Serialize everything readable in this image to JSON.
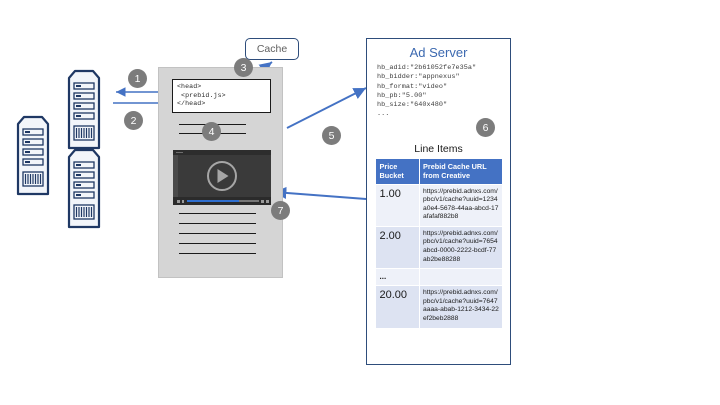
{
  "diagram": {
    "title_hidden": "Prebid video cache flow",
    "servers": [
      {
        "name": "server-left"
      },
      {
        "name": "server-top"
      },
      {
        "name": "server-bottom"
      }
    ],
    "page_mockup": {
      "code_snippet": "<head>\n <prebid.js>\n</head>",
      "video_player": {
        "play_icon": "play-icon"
      }
    },
    "cache_callout": {
      "label": "Cache"
    },
    "ad_server": {
      "title": "Ad Server",
      "hb_params": "hb_adid:\"2b61052fe7e35a\"\nhb_bidder:\"appnexus\"\nhb_format:\"video\"\nhb_pb:\"5.00\"\nhb_size:\"640x480\"\n...",
      "line_items_label": "Line Items",
      "table": {
        "headers": [
          "Price Bucket",
          "Prebid Cache URL from Creative"
        ],
        "rows": [
          {
            "price": "1.00",
            "url": "https://prebid.adnxs.com/pbc/v1/cache?uuid=1234a0e4-5678-44aa-abcd-17afafaf882b8"
          },
          {
            "price": "2.00",
            "url": "https://prebid.adnxs.com/pbc/v1/cache?uuid=7654abcd-0000-2222-bcdf-77ab2be88288"
          },
          {
            "price": "...",
            "url": ""
          },
          {
            "price": "20.00",
            "url": "https://prebid.adnxs.com/pbc/v1/cache?uuid=7647aaaa-abab-1212-3434-22ef2beb2888"
          }
        ]
      }
    },
    "steps": [
      {
        "number": "1"
      },
      {
        "number": "2"
      },
      {
        "number": "3"
      },
      {
        "number": "4"
      },
      {
        "number": "5"
      },
      {
        "number": "6"
      },
      {
        "number": "7"
      }
    ],
    "colors": {
      "arrow_blue": "#4472c4",
      "panel_border": "#2e4d7b",
      "table_header": "#4472c4",
      "badge_gray": "#7c7c7c",
      "page_gray": "#d5d5d5",
      "title_blue": "#3c69b0"
    }
  }
}
